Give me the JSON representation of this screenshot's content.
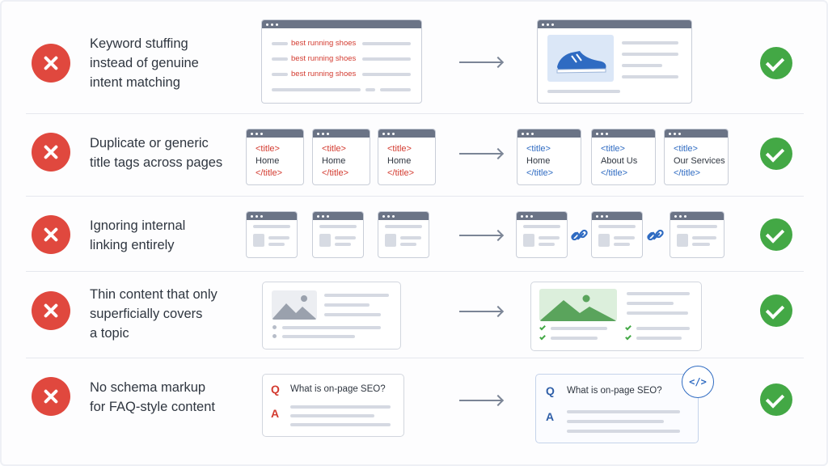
{
  "rows": [
    {
      "label": [
        "Keyword stuffing",
        "instead of genuine",
        "intent matching"
      ],
      "keywords": [
        "best running shoes",
        "best running shoes",
        "best running shoes"
      ]
    },
    {
      "label": [
        "Duplicate or generic",
        "title tags across pages"
      ],
      "bad_tags": [
        {
          "open": "<title>",
          "text": "Home",
          "close": "</title>"
        },
        {
          "open": "<title>",
          "text": "Home",
          "close": "</title>"
        },
        {
          "open": "<title>",
          "text": "Home",
          "close": "</title>"
        }
      ],
      "good_tags": [
        {
          "open": "<title>",
          "text": "Home",
          "close": "</title>"
        },
        {
          "open": "<title>",
          "text": "About Us",
          "close": "</title>"
        },
        {
          "open": "<title>",
          "text": "Our Services",
          "close": "</title>"
        }
      ]
    },
    {
      "label": [
        "Ignoring internal",
        "linking entirely"
      ]
    },
    {
      "label": [
        "Thin content that only",
        "superficially covers",
        "a topic"
      ]
    },
    {
      "label": [
        "No schema markup",
        "for FAQ-style content"
      ],
      "q_letter": "Q",
      "a_letter": "A",
      "question": "What is on-page SEO?",
      "code_icon": "</>"
    }
  ],
  "icons": {
    "bad": "x-icon",
    "good": "check-icon",
    "link": "link-icon",
    "code": "code-icon",
    "shoe": "shoe-icon",
    "image": "image-icon"
  },
  "colors": {
    "bad": "#e0483e",
    "good": "#43a845",
    "accent_blue": "#2f6bc2"
  }
}
